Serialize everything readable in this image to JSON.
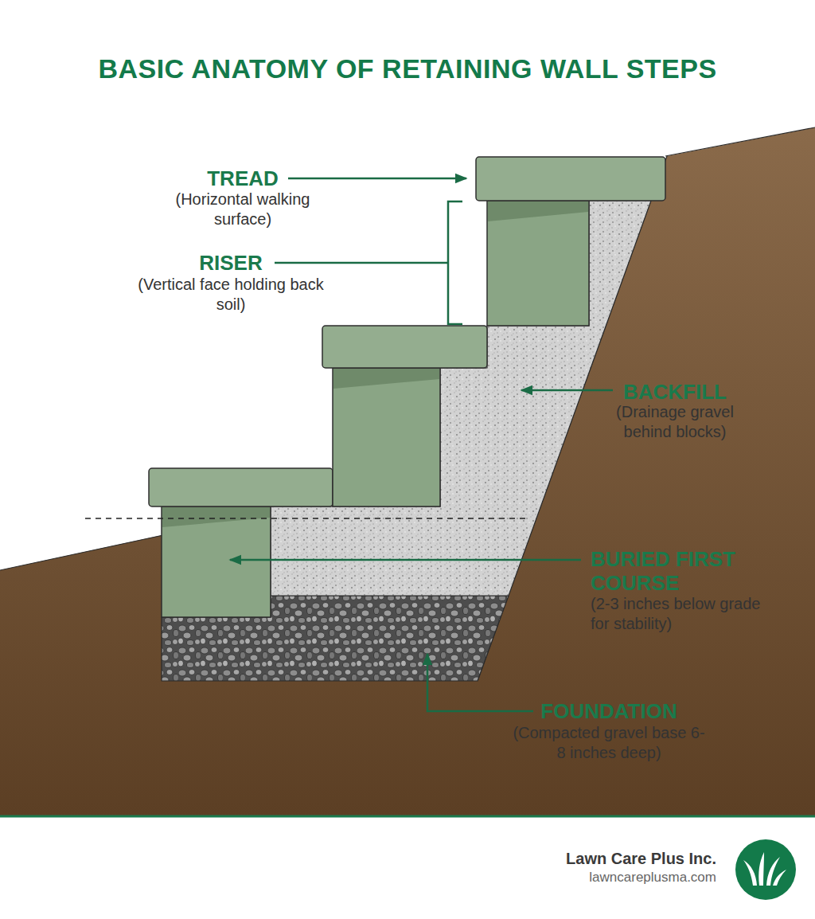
{
  "diagram": {
    "title": "BASIC ANATOMY OF RETAINING WALL STEPS",
    "labels": [
      "TREAD",
      "(Horizontal walking surface)",
      "RISER",
      "(Vertical face holding back soil)",
      "BACKFILL",
      "(Drainage gravel behind blocks)",
      "BURIED FIRST COURSE",
      "(2-3 inches below grade for stability)",
      "FOUNDATION",
      "(Compacted gravel base 6-8 inches deep)",
      "Lawn Care Plus Inc.",
      "lawncareplusma.com"
    ]
  }
}
